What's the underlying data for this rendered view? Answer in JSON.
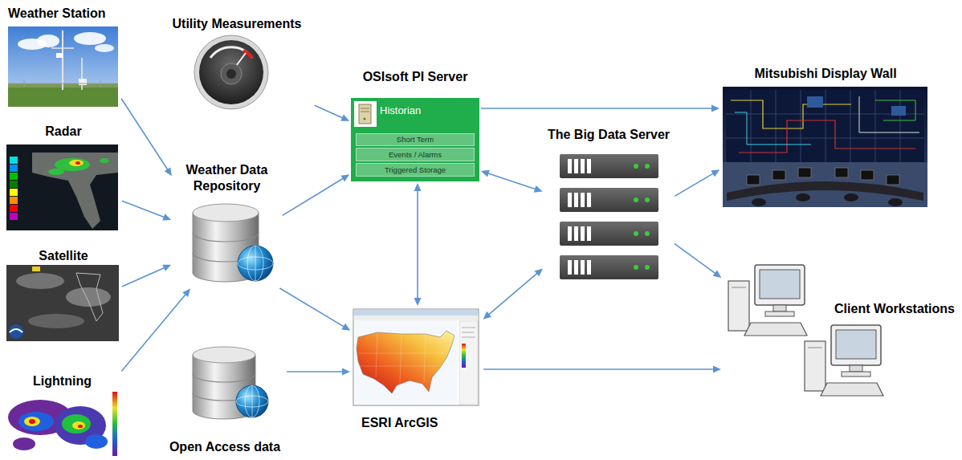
{
  "diagram": {
    "nodes": [
      {
        "text": [
          "Weather Station"
        ]
      },
      {
        "text": [
          "Utility Measurements"
        ]
      },
      {
        "text": [
          "OSIsoft PI Server",
          "Historian"
        ]
      },
      {
        "text": [
          "Short Term"
        ],
        "in": 2
      },
      {
        "text": [
          "Events / Alarms"
        ],
        "in": 2
      },
      {
        "text": [
          "Triggered Storage"
        ],
        "in": 2
      },
      {
        "text": [
          "Mitsubishi Display Wall"
        ]
      },
      {
        "text": [
          "Radar"
        ]
      },
      {
        "text": [
          "Weather Data Repository"
        ]
      },
      {
        "text": [
          "The Big Data Server"
        ]
      },
      {
        "text": [
          "Satellite"
        ]
      },
      {
        "text": [
          "ESRI ArcGIS"
        ]
      },
      {
        "text": [
          "Client Workstations"
        ]
      },
      {
        "text": [
          "Lightning"
        ]
      },
      {
        "text": [
          "Open Access data"
        ]
      }
    ],
    "edges": [
      {
        "from": 0,
        "to": 8,
        "arrow": "to"
      },
      {
        "from": 1,
        "to": 2,
        "arrow": "to"
      },
      {
        "from": 8,
        "to": 2,
        "arrow": "to"
      },
      {
        "from": 7,
        "to": 8,
        "arrow": "to"
      },
      {
        "from": 10,
        "to": 8,
        "arrow": "to"
      },
      {
        "from": 13,
        "to": 8,
        "arrow": "to"
      },
      {
        "from": 8,
        "to": 11,
        "arrow": "to"
      },
      {
        "from": 14,
        "to": 11,
        "arrow": "to"
      },
      {
        "from": 2,
        "to": 9,
        "arrow": "both"
      },
      {
        "from": 2,
        "to": 11,
        "arrow": "both"
      },
      {
        "from": 2,
        "to": 6,
        "arrow": "to"
      },
      {
        "from": 9,
        "to": 11,
        "arrow": "both"
      },
      {
        "from": 9,
        "to": 6,
        "arrow": "to"
      },
      {
        "from": 9,
        "to": 12,
        "arrow": "to"
      },
      {
        "from": 11,
        "to": 12,
        "arrow": "to"
      }
    ]
  }
}
